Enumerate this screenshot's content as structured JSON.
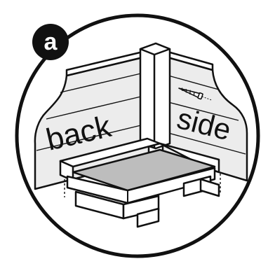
{
  "figure": {
    "step_label": "a",
    "back_panel_text": "back",
    "side_panel_text": "side",
    "colors": {
      "outline": "#111111",
      "panel_fill": "#ececec",
      "seat_fill": "#bdbdbd",
      "white": "#ffffff",
      "badge_fill": "#111111",
      "badge_text": "#ffffff"
    },
    "icons": [
      "screw-icon"
    ]
  }
}
